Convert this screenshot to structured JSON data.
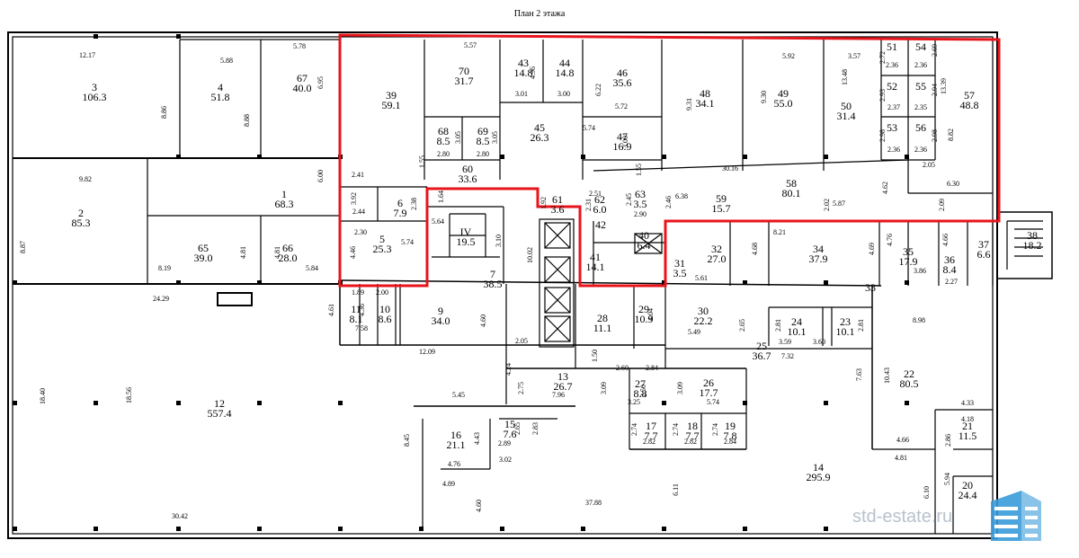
{
  "title": "План 2 этажа",
  "watermark": "std-estate.ru",
  "colors": {
    "walls": "#000000",
    "highlight": "#e8141b",
    "logo": "#3a9bd9",
    "watermark": "#b9c2cc"
  },
  "rooms": [
    {
      "num": "3",
      "area": "106.3"
    },
    {
      "num": "4",
      "area": "51.8"
    },
    {
      "num": "67",
      "area": "40.0"
    },
    {
      "num": "39",
      "area": "59.1"
    },
    {
      "num": "70",
      "area": "31.7"
    },
    {
      "num": "43",
      "area": "14.8"
    },
    {
      "num": "44",
      "area": "14.8"
    },
    {
      "num": "46",
      "area": "35.6"
    },
    {
      "num": "48",
      "area": "34.1"
    },
    {
      "num": "49",
      "area": "55.0"
    },
    {
      "num": "50",
      "area": "31.4"
    },
    {
      "num": "51",
      "area": ""
    },
    {
      "num": "54",
      "area": ""
    },
    {
      "num": "52",
      "area": ""
    },
    {
      "num": "55",
      "area": ""
    },
    {
      "num": "57",
      "area": "48.8"
    },
    {
      "num": "53",
      "area": ""
    },
    {
      "num": "56",
      "area": ""
    },
    {
      "num": "68",
      "area": "8.5"
    },
    {
      "num": "69",
      "area": "8.5"
    },
    {
      "num": "45",
      "area": "26.3"
    },
    {
      "num": "47",
      "area": "16.9"
    },
    {
      "num": "60",
      "area": "33.6"
    },
    {
      "num": "58",
      "area": "80.1"
    },
    {
      "num": "1",
      "area": "68.3"
    },
    {
      "num": "2",
      "area": "85.3"
    },
    {
      "num": "6",
      "area": "7.9"
    },
    {
      "num": "61",
      "area": "3.6"
    },
    {
      "num": "62",
      "area": "6.0"
    },
    {
      "num": "63",
      "area": "3.5"
    },
    {
      "num": "59",
      "area": "15.7"
    },
    {
      "num": "5",
      "area": "25.3"
    },
    {
      "num": "IV",
      "area": "19.5"
    },
    {
      "num": "42",
      "area": ""
    },
    {
      "num": "40",
      "area": "6.4"
    },
    {
      "num": "32",
      "area": "27.0"
    },
    {
      "num": "34",
      "area": "37.9"
    },
    {
      "num": "35",
      "area": "17.9"
    },
    {
      "num": "36",
      "area": "8.4"
    },
    {
      "num": "37",
      "area": "6.6"
    },
    {
      "num": "38",
      "area": "18.2"
    },
    {
      "num": "65",
      "area": "39.0"
    },
    {
      "num": "66",
      "area": "28.0"
    },
    {
      "num": "41",
      "area": "14.1"
    },
    {
      "num": "31",
      "area": "3.5"
    },
    {
      "num": "7",
      "area": "38.5"
    },
    {
      "num": "33",
      "area": ""
    },
    {
      "num": "11",
      "area": "8.1"
    },
    {
      "num": "10",
      "area": "8.6"
    },
    {
      "num": "9",
      "area": "34.0"
    },
    {
      "num": "28",
      "area": "11.1"
    },
    {
      "num": "29",
      "area": "10.9"
    },
    {
      "num": "30",
      "area": "22.2"
    },
    {
      "num": "24",
      "area": "10.1"
    },
    {
      "num": "23",
      "area": "10.1"
    },
    {
      "num": "25",
      "area": "36.7"
    },
    {
      "num": "22",
      "area": "80.5"
    },
    {
      "num": "12",
      "area": "557.4"
    },
    {
      "num": "13",
      "area": "26.7"
    },
    {
      "num": "27",
      "area": "8.8"
    },
    {
      "num": "26",
      "area": "17.7"
    },
    {
      "num": "15",
      "area": "7.6"
    },
    {
      "num": "16",
      "area": "21.1"
    },
    {
      "num": "17",
      "area": "7.7"
    },
    {
      "num": "18",
      "area": "7.7"
    },
    {
      "num": "19",
      "area": "7.8"
    },
    {
      "num": "21",
      "area": "11.5"
    },
    {
      "num": "14",
      "area": "295.9"
    },
    {
      "num": "20",
      "area": "24.4"
    }
  ],
  "dimensions": [
    "12.17",
    "5.88",
    "5.78",
    "5.57",
    "8.86",
    "8.88",
    "6.95",
    "3.01",
    "3.00",
    "4.96",
    "6.22",
    "5.72",
    "9.31",
    "9.30",
    "5.92",
    "3.57",
    "13.48",
    "2.72",
    "2.69",
    "2.36",
    "2.36",
    "2.93",
    "2.37",
    "2.94",
    "2.35",
    "13.39",
    "2.98",
    "2.36",
    "2.98",
    "2.36",
    "8.82",
    "3.05",
    "3.05",
    "2.80",
    "2.80",
    "5.74",
    "3.00",
    "1.55",
    "1.55",
    "30.16",
    "2.05",
    "9.82",
    "6.00",
    "2.41",
    "3.92",
    "2.44",
    "1.64",
    "1.92",
    "2.51",
    "2.31",
    "2.45",
    "2.90",
    "2.46",
    "6.38",
    "5.87",
    "4.62",
    "6.30",
    "2.02",
    "2.09",
    "8.87",
    "2.30",
    "2.38",
    "5.64",
    "3.10",
    "8.21",
    "4.68",
    "4.69",
    "4.76",
    "4.66",
    "8.19",
    "4.81",
    "4.81",
    "5.84",
    "4.46",
    "5.74",
    "10.02",
    "5.61",
    "2.27",
    "3.86",
    "24.29",
    "1.89",
    "2.00",
    "4.61",
    "4.36",
    "4.60",
    "4.04",
    "2.65",
    "8.98",
    "2.81",
    "2.81",
    "3.59",
    "3.60",
    "7.32",
    "7.58",
    "12.09",
    "5.49",
    "2.05",
    "1.50",
    "2.60",
    "2.84",
    "4.24",
    "7.63",
    "10.43",
    "5.45",
    "2.75",
    "7.96",
    "3.09",
    "3.09",
    "2.50",
    "3.25",
    "5.74",
    "18.40",
    "18.56",
    "4.33",
    "4.18",
    "2.86",
    "2.65",
    "2.83",
    "2.74",
    "2.74",
    "2.74",
    "2.89",
    "2.82",
    "2.82",
    "2.84",
    "8.45",
    "4.43",
    "4.66",
    "4.76",
    "3.02",
    "4.81",
    "6.11",
    "6.10",
    "5.94",
    "4.89",
    "37.88",
    "4.60",
    "30.42"
  ]
}
